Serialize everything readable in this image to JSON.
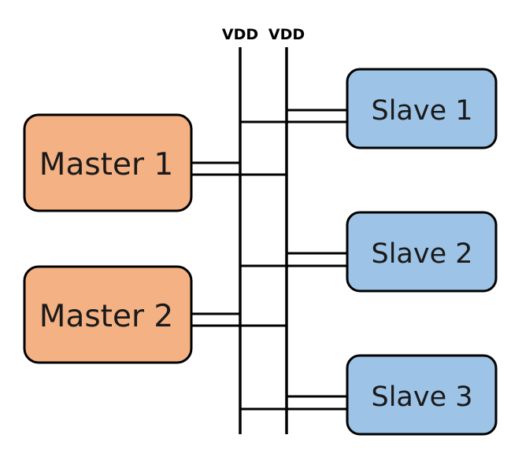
{
  "bus": {
    "labels": [
      "VDD",
      "VDD"
    ]
  },
  "masters": [
    {
      "label": "Master 1"
    },
    {
      "label": "Master 2"
    }
  ],
  "slaves": [
    {
      "label": "Slave 1"
    },
    {
      "label": "Slave 2"
    },
    {
      "label": "Slave 3"
    }
  ],
  "colors": {
    "master_fill": "#F4B183",
    "slave_fill": "#9DC3E6",
    "line": "#000000"
  }
}
